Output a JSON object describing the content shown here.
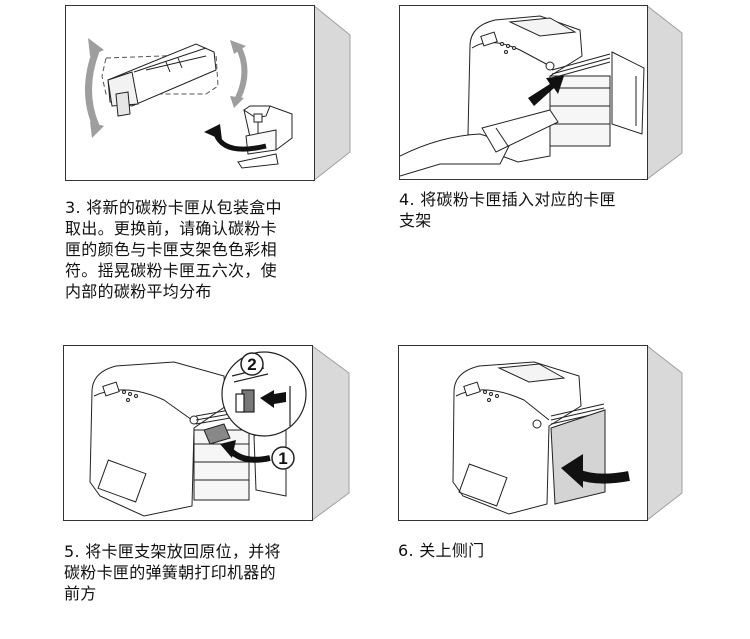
{
  "steps": [
    {
      "number": "3.",
      "illustration": "remove-toner-cartridge-from-box-and-shake",
      "lines": [
        "3. 将新的碳粉卡匣从包装盒中",
        "取出。更换前，请确认碳粉卡",
        "匣的颜色与卡匣支架色色彩相",
        "符。摇晃碳粉卡匣五六次，使",
        "内部的碳粉平均分布"
      ]
    },
    {
      "number": "4.",
      "illustration": "insert-toner-cartridge-into-holder",
      "lines": [
        "4. 将碳粉卡匣插入对应的卡匣",
        "支架"
      ]
    },
    {
      "number": "5.",
      "illustration": "return-holder-and-push-spring",
      "callouts": [
        "1",
        "2"
      ],
      "lines": [
        "5. 将卡匣支架放回原位，并将",
        "碳粉卡匣的弹簧朝打印机器的",
        "前方"
      ]
    },
    {
      "number": "6.",
      "illustration": "close-side-door",
      "lines": [
        "6. 关上侧门"
      ]
    }
  ],
  "colors": {
    "frame_border": "#333333",
    "prism_fill": "#d9d9d9",
    "prism_edge": "#9a9a9a",
    "arrow_gray": "#9e9e9e",
    "arrow_black": "#111111",
    "door_fill": "#d4d4d4"
  }
}
